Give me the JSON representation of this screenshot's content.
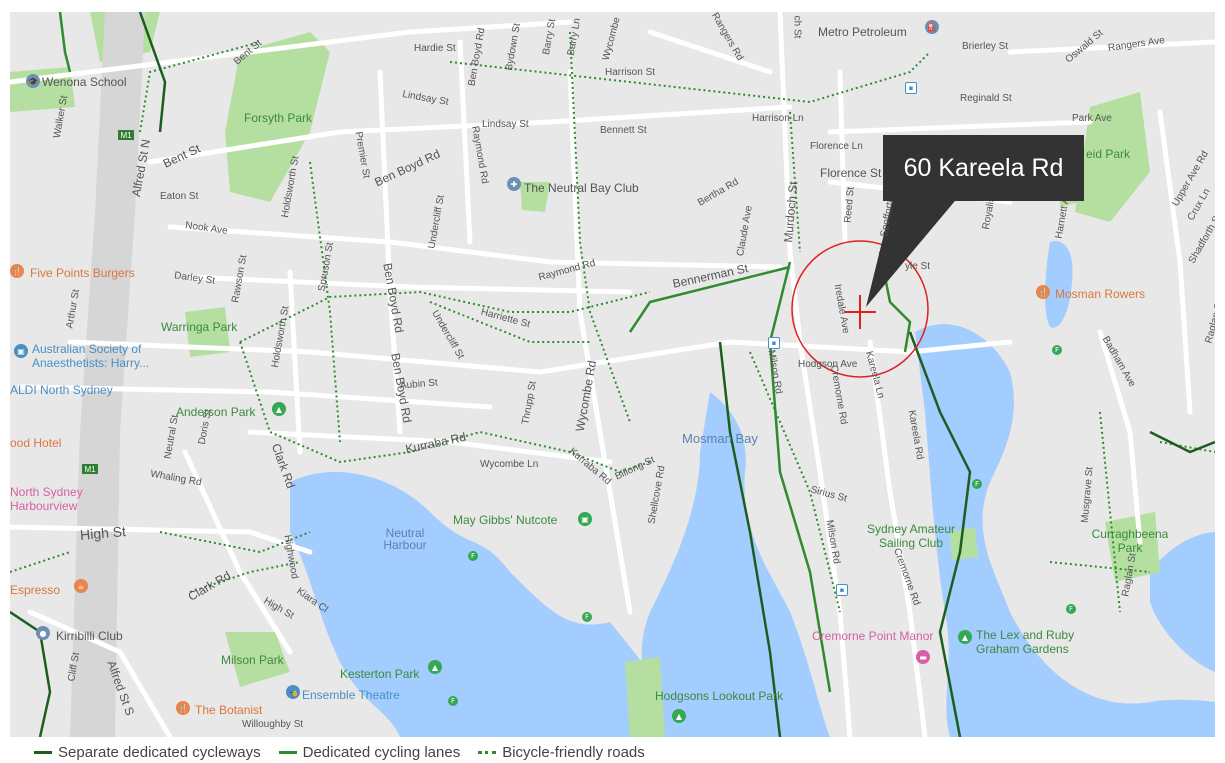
{
  "callout": {
    "address": "60 Kareela Rd"
  },
  "legend": {
    "items": [
      {
        "label": "Separate dedicated cycleways",
        "color": "#1b5e20",
        "style": "solid"
      },
      {
        "label": "Dedicated cycling lanes",
        "color": "#2e8b2e",
        "style": "solid"
      },
      {
        "label": "Bicycle-friendly roads",
        "color": "#2e8b2e",
        "style": "dotted"
      }
    ]
  },
  "colors": {
    "water": "#a3ccff",
    "land": "#e8e8e8",
    "park": "#b5dfa0",
    "road": "#ffffff",
    "marker": "#e02020",
    "callout": "#333333"
  },
  "map": {
    "streets": [
      "Bent St",
      "Hardie St",
      "Ben Boyd Rd",
      "Bydown St",
      "Barry St",
      "Barry Ln",
      "Wycombe",
      "Rangers Rd",
      "ch St",
      "Brierley St",
      "Oswald St",
      "Rangers Ave",
      "Harrison St",
      "Reginald St",
      "Lindsay St",
      "Lindsay St",
      "Harrison Ln",
      "Bennett St",
      "Florence Ln",
      "Florence St",
      "Park Ave",
      "Walker St",
      "Alfred St N",
      "Bent St",
      "Premier St",
      "Ben Boyd Rd",
      "Raymond Rd",
      "Undercliff St",
      "Holdsworth St",
      "Bertha Rd",
      "Claude Ave",
      "Murdoch St",
      "Reed St",
      "Spofforth",
      "Royalist",
      "Harnett Ave",
      "Upper Ave Rd",
      "Crux Ln",
      "Shadforth St",
      "Eaton St",
      "Nook Ave",
      "Darley St",
      "Rawson St",
      "Spruson St",
      "Raymond Rd",
      "Bennerman St",
      "Iredale Ave",
      "yle St",
      "Arthur St",
      "Harriette St",
      "Undercliff St",
      "Ben Boyd Rd",
      "Holdsworth St",
      "Hodgson Ave",
      "Kareela Ln",
      "Milson Rd",
      "Cremorne Rd",
      "Kareela Rd",
      "Raglan St",
      "Badham Ave",
      "Aubin St",
      "Thrupp St",
      "Wycombe Rd",
      "Ben Boyd Rd",
      "Kurraba Rd",
      "Neutral St",
      "Doris St",
      "Clark Rd",
      "Wycombe Ln",
      "Kurraba Rd",
      "Billong St",
      "Whaling Rd",
      "Shellcove Rd",
      "Sirius St",
      "Musgrave St",
      "High St",
      "Clark Rd",
      "Highwood",
      "Kiara Cl",
      "High St",
      "Milson Rd",
      "Cremorne Rd",
      "Raglan St",
      "Cliff St",
      "Alfred St S",
      "Willoughby St"
    ],
    "pois": [
      "Metro Petroleum",
      "Wenona School",
      "Forsyth Park",
      "The Neutral Bay Club",
      "eid Park",
      "Five Points Burgers",
      "Mosman Rowers",
      "Warringa Park",
      "Australian Society of Anaesthetists: Harry...",
      "ALDI North Sydney",
      "Anderson Park",
      "ood Hotel",
      "North Sydney Harbourview",
      "May Gibbs' Nutcote",
      "Sydney Amateur Sailing Club",
      "Curraghbeena Park",
      "Espresso",
      "Kirribilli Club",
      "Cremorne Point Manor",
      "The Lex and Ruby Graham Gardens",
      "Milson Park",
      "Kesterton Park",
      "Ensemble Theatre",
      "The Botanist",
      "Hodgsons Lookout Park"
    ],
    "water_labels": [
      "Mosman Bay",
      "Neutral Harbour"
    ],
    "shields": [
      "M1",
      "M1"
    ]
  }
}
